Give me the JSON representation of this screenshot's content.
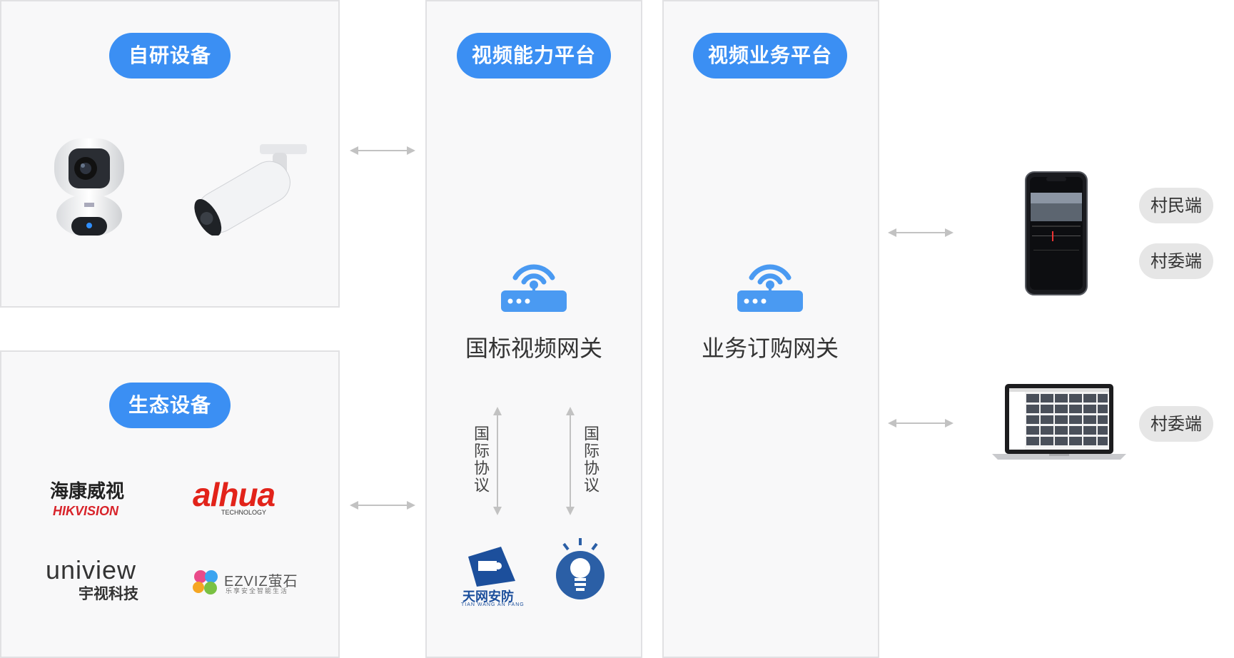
{
  "columns": {
    "self_devices": {
      "title": "自研设备"
    },
    "eco_devices": {
      "title": "生态设备"
    },
    "capability_platform": {
      "title": "视频能力平台",
      "gateway": "国标视频网关",
      "protocol_left": "国际协议",
      "protocol_right": "国际协议"
    },
    "business_platform": {
      "title": "视频业务平台",
      "gateway": "业务订购网关"
    }
  },
  "brands": {
    "hikvision": {
      "cn": "海康威视",
      "en": "HIKVISION"
    },
    "dahua": {
      "main": "alhua",
      "sub": "TECHNOLOGY"
    },
    "uniview": {
      "en": "uniview",
      "cn": "宇视科技"
    },
    "ezviz": {
      "en": "EZVIZ萤石",
      "sub": "乐享安全智能生活"
    },
    "tianwang": {
      "cn": "天网安防",
      "en": "TIAN WANG AN FANG"
    }
  },
  "clients": {
    "phone": [
      "村民端",
      "村委端"
    ],
    "laptop": [
      "村委端"
    ]
  },
  "colors": {
    "accent": "#3b8ff3",
    "panel_bg": "#f8f8f9",
    "panel_border": "#e1e1e3",
    "arrow": "#c2c2c2"
  },
  "icons": [
    "camera-icon",
    "bullet-camera-icon",
    "router-icon",
    "phone-icon",
    "laptop-icon",
    "arrow-icon"
  ]
}
